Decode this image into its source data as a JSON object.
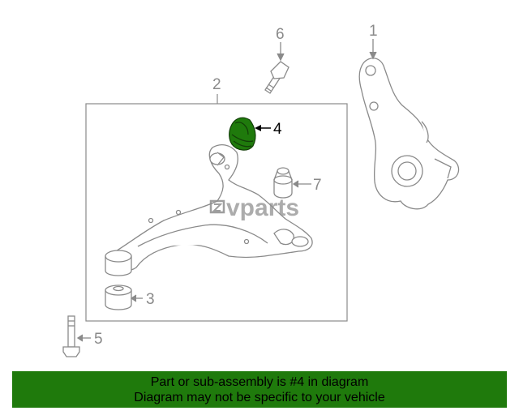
{
  "callouts": {
    "c1": "1",
    "c2": "2",
    "c3": "3",
    "c4": "4",
    "c5": "5",
    "c6": "6",
    "c7": "7"
  },
  "highlight_part": "4",
  "watermark": "vparts",
  "banner": {
    "line1": "Part or sub-assembly is #4 in diagram",
    "line2": "Diagram may not be specific to your vehicle"
  },
  "colors": {
    "highlight": "#1f7a0c",
    "banner_bg": "#1f7a0c",
    "line": "#8a8a8a"
  }
}
